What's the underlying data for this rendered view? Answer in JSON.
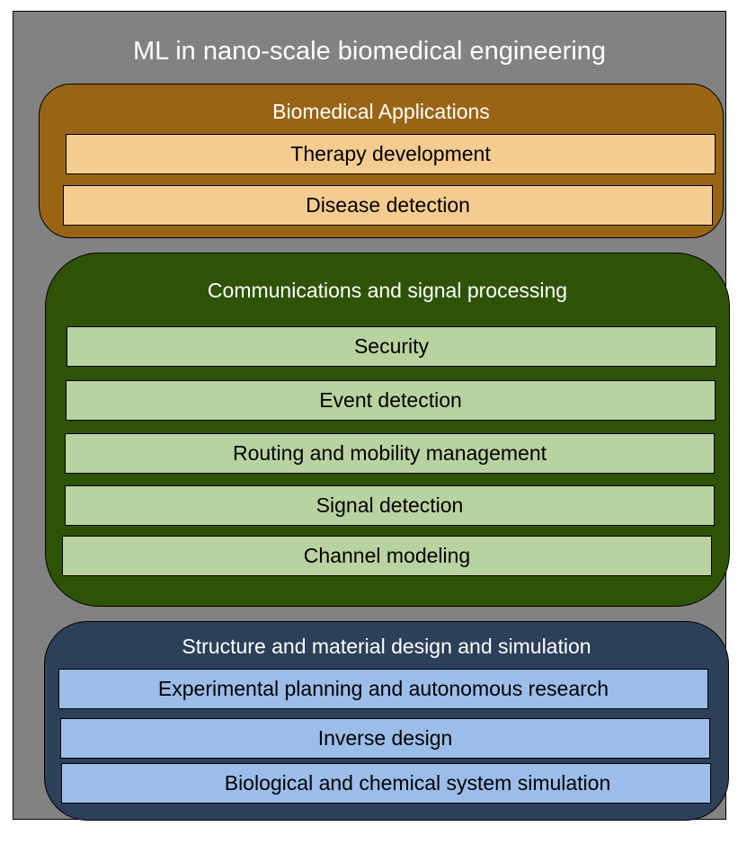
{
  "title": "ML in nano-scale biomedical engineering",
  "colors": {
    "outer_bg": "#828282",
    "biomedical_bg": "#996515",
    "biomedical_item": "#f5cc8f",
    "communications_bg": "#2e5305",
    "communications_item": "#b9d3a0",
    "structure_bg": "#2d405a",
    "structure_item": "#9bbde8"
  },
  "groups": {
    "biomedical": {
      "title": "Biomedical Applications",
      "items": [
        "Therapy development",
        "Disease detection"
      ]
    },
    "communications": {
      "title": "Communications and signal processing",
      "items": [
        "Security",
        "Event detection",
        "Routing and mobility management",
        "Signal detection",
        "Channel modeling"
      ]
    },
    "structure": {
      "title": "Structure and material design and simulation",
      "items": [
        "Experimental planning and autonomous research",
        "Inverse design",
        "Biological and chemical system simulation"
      ]
    }
  }
}
